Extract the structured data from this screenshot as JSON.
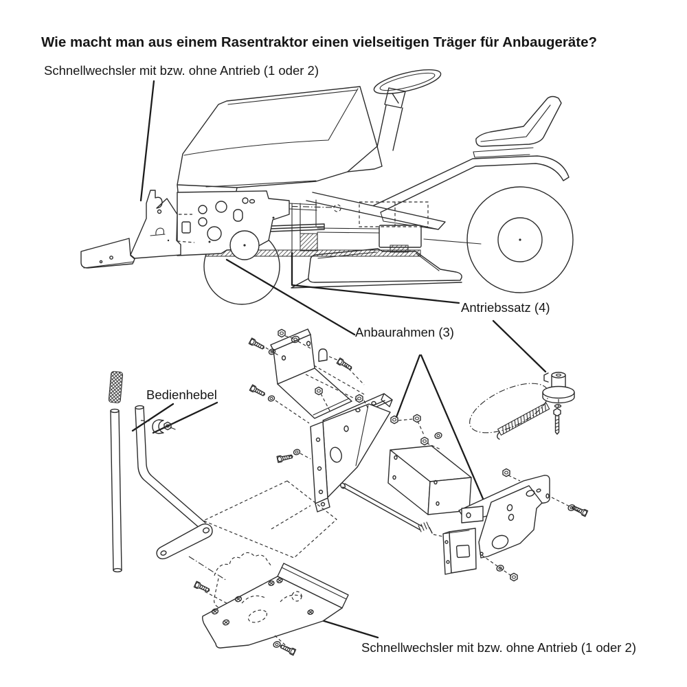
{
  "page": {
    "background": "#ffffff",
    "ink": "#2b2b2b"
  },
  "title": "Wie macht man aus einem Rasentraktor einen vielseitigen Träger für Anbaugeräte?",
  "labels": {
    "quick_hitch_top": "Schnellwechsler mit bzw. ohne Antrieb (1 oder 2)",
    "drive_kit": "Antriebssatz (4)",
    "mounting_frame": "Anbaurahmen (3)",
    "control_lever": "Bedienhebel",
    "quick_hitch_bottom": "Schnellwechsler mit bzw. ohne Antrieb (1 oder 2)"
  }
}
